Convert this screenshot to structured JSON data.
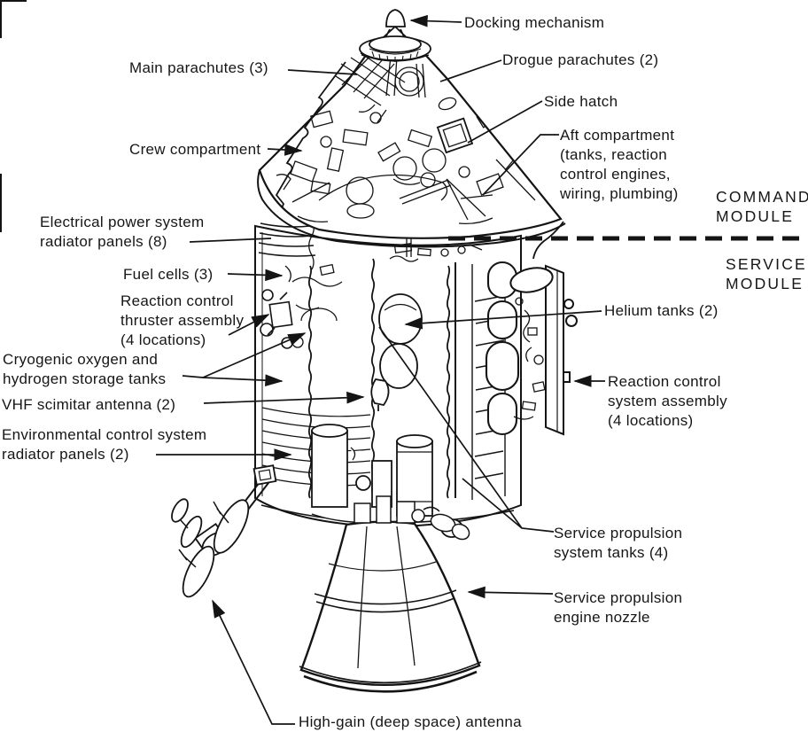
{
  "colors": {
    "ink": "#141414",
    "background": "#ffffff"
  },
  "module_headings": [
    {
      "id": "command-module",
      "text": "COMMAND\nMODULE"
    },
    {
      "id": "service-module",
      "text": "SERVICE\nMODULE"
    }
  ],
  "callouts": [
    {
      "id": "docking-mechanism",
      "text": "Docking mechanism"
    },
    {
      "id": "main-parachutes",
      "text": "Main parachutes (3)"
    },
    {
      "id": "drogue-parachutes",
      "text": "Drogue parachutes (2)"
    },
    {
      "id": "side-hatch",
      "text": "Side hatch"
    },
    {
      "id": "crew-compartment",
      "text": "Crew compartment"
    },
    {
      "id": "aft-compartment",
      "text": "Aft compartment\n(tanks, reaction\ncontrol engines,\nwiring, plumbing)"
    },
    {
      "id": "eps-radiator-panels",
      "text": "Electrical power system\nradiator panels (8)"
    },
    {
      "id": "fuel-cells",
      "text": "Fuel cells (3)"
    },
    {
      "id": "rcs-thruster-assembly",
      "text": "Reaction control\nthruster assembly\n(4 locations)"
    },
    {
      "id": "helium-tanks",
      "text": "Helium tanks (2)"
    },
    {
      "id": "cryogenic-tanks",
      "text": "Cryogenic oxygen and\nhydrogen storage tanks"
    },
    {
      "id": "vhf-scimitar-antenna",
      "text": "VHF scimitar antenna (2)"
    },
    {
      "id": "env-radiator-panels",
      "text": "Environmental control system\nradiator panels (2)"
    },
    {
      "id": "rcs-system-assembly",
      "text": "Reaction control\nsystem assembly\n(4 locations)"
    },
    {
      "id": "sps-tanks",
      "text": "Service propulsion\nsystem tanks (4)"
    },
    {
      "id": "sps-engine-nozzle",
      "text": "Service propulsion\nengine nozzle"
    },
    {
      "id": "high-gain-antenna",
      "text": "High-gain (deep space) antenna"
    }
  ]
}
